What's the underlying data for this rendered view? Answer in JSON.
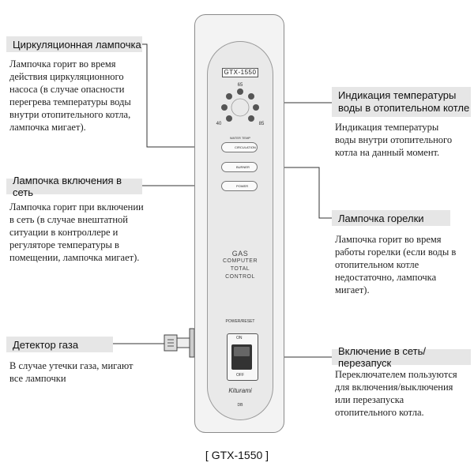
{
  "callouts": {
    "circulation": {
      "title": "Циркуляционная лампочка",
      "lines": [
        "Лампочка горит во время",
        "действия циркуляционного",
        "насоса (в случае опасности",
        "перегрева температуры воды",
        "внутри отопительного котла,",
        "лампочка мигает)."
      ]
    },
    "power": {
      "title": "Лампочка включения в сеть",
      "lines": [
        "Лампочка горит при включении",
        "в сеть (в случае внештатной",
        "ситуации в контроллере и",
        "регуляторе температуры в",
        "помещении, лампочка мигает)."
      ]
    },
    "gas_detector": {
      "title": "Детектор газа",
      "lines": [
        "В случае утечки газа, мигают",
        "все лампочки"
      ]
    },
    "temperature": {
      "title_lines": [
        "Индикация температуры",
        "воды в отопительном котле"
      ],
      "lines": [
        "Индикация температуры",
        "воды внутри отопительного",
        "котла на данный момент."
      ]
    },
    "burner": {
      "title": "Лампочка горелки",
      "lines": [
        "Лампочка горит во время",
        "работы горелки (если воды в",
        "отопительном котле",
        "недостаточно, лампочка",
        "мигает)."
      ]
    },
    "reset": {
      "title": "Включение в сеть/перезапуск",
      "lines": [
        "Переключателем пользуются",
        "для включения/выключения",
        "или перезапуска",
        "отопительного котла."
      ]
    }
  },
  "device": {
    "model": "GTX-1550",
    "dial": {
      "top": "65",
      "left": "40",
      "right": "85"
    },
    "dial_caption": "WATER TEMP",
    "circulation_btn": "CIRCULATION",
    "burner_btn": "BURNER",
    "power_btn": "POWER",
    "gas_lines": [
      "GAS",
      "COMPUTER",
      "TOTAL",
      "CONTROL"
    ],
    "reset_caption": "POWER/RESET",
    "switch_on": "ON",
    "switch_off": "OFF",
    "brand": "Kiturami",
    "bottom_mark": "DB"
  },
  "caption": "[ GTX-1550 ]"
}
